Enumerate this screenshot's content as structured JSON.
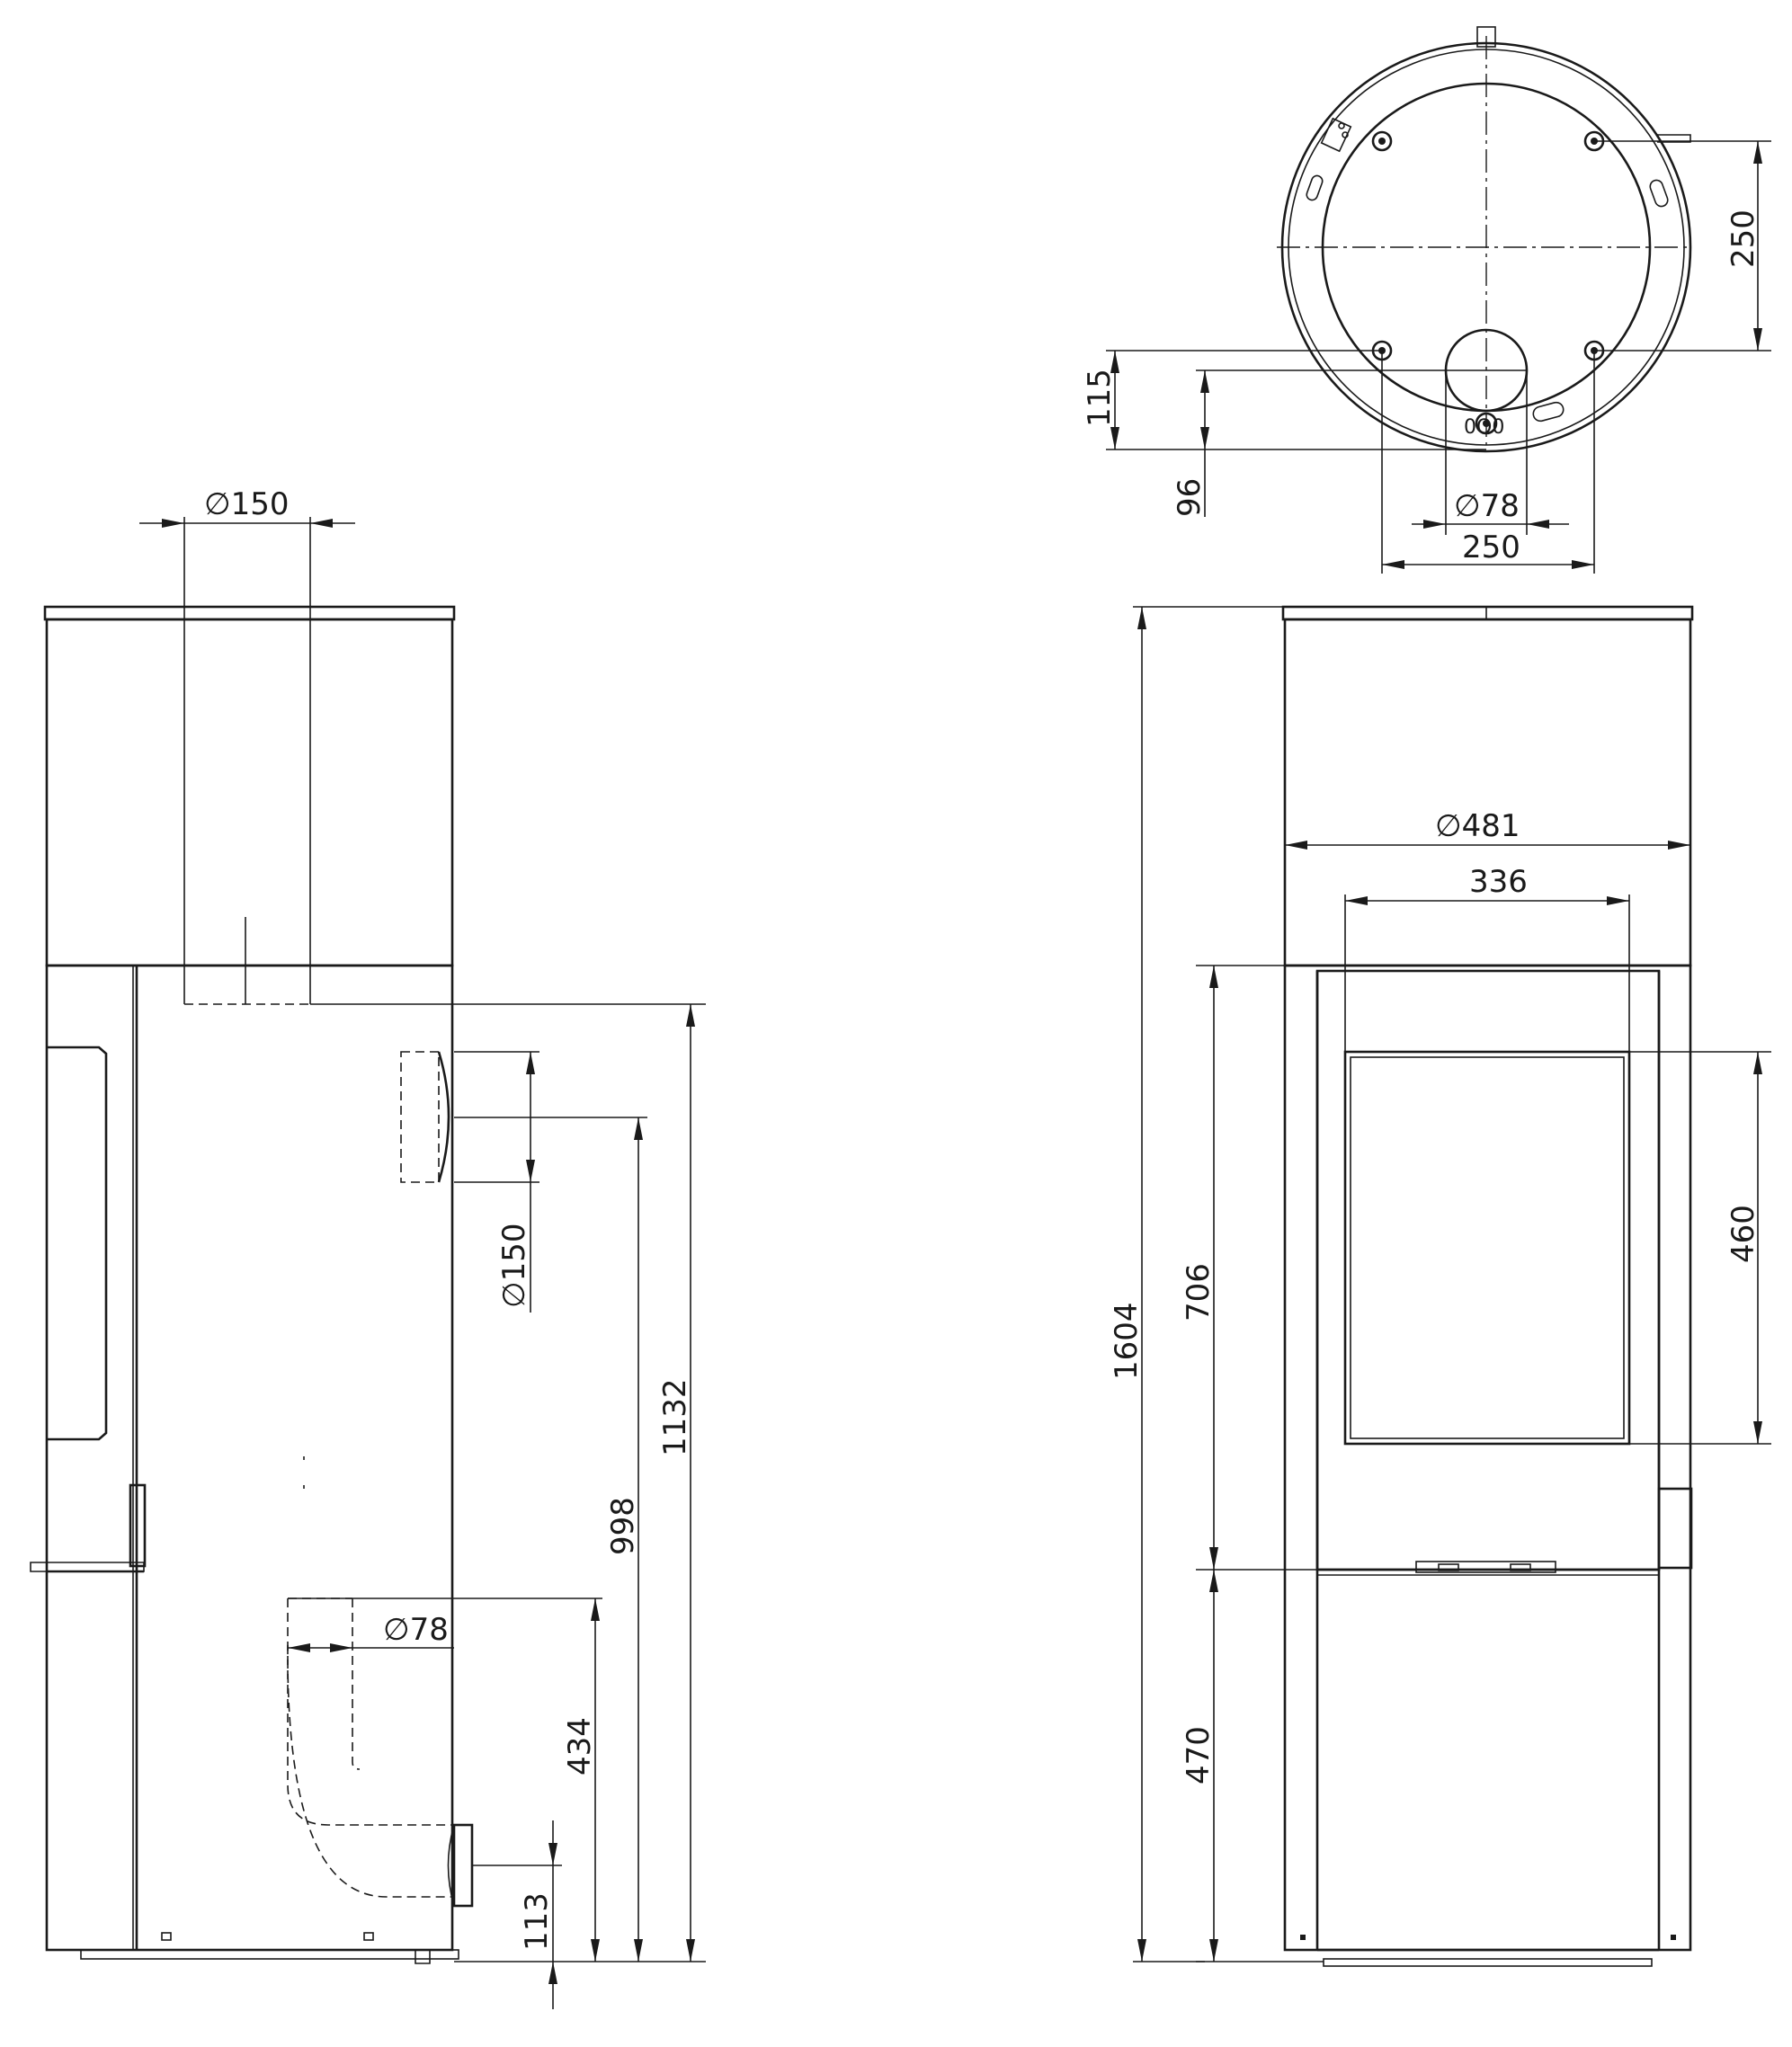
{
  "side_view": {
    "flue_top_diameter": "∅150",
    "flue_rear_diameter": "∅150",
    "air_inlet_diameter": "∅78",
    "height_air_inlet": "434",
    "height_air_inlet_bottom": "113",
    "height_rear_flue": "998",
    "height_top_flue": "1132"
  },
  "top_view": {
    "bolt_spacing_depth": "250",
    "bolt_spacing_width": "250",
    "air_inlet_diameter": "∅78",
    "offset_115": "115",
    "offset_96": "96",
    "control_label": "0O0"
  },
  "front_view": {
    "body_diameter": "∅481",
    "door_width": "336",
    "glass_height": "460",
    "firebox_height": "706",
    "base_height": "470",
    "total_height": "1604"
  }
}
